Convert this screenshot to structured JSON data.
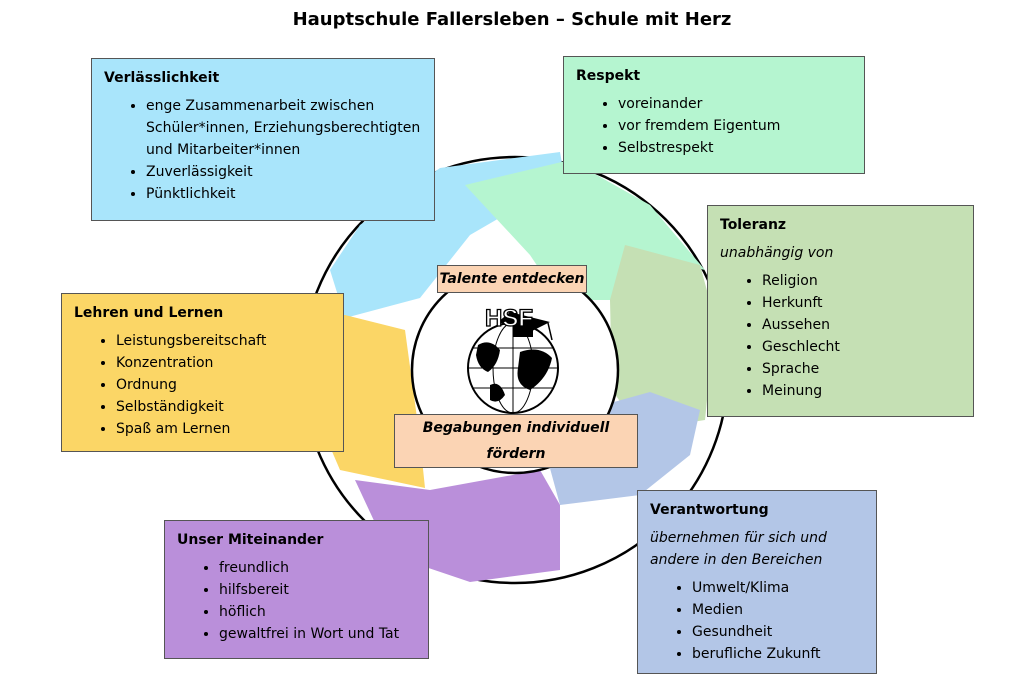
{
  "title": "Hauptschule Fallersleben – Schule mit Herz",
  "center": {
    "top_label": "Talente entdecken",
    "bottom_label": "Begabungen individuell fördern",
    "logo_text": "HSF"
  },
  "boxes": {
    "verlaesslichkeit": {
      "title": "Verlässlichkeit",
      "items": [
        "enge Zusammenarbeit zwischen Schüler*innen, Erziehungsberechtigten und Mitarbeiter*innen",
        "Zuverlässigkeit",
        "Pünktlichkeit"
      ],
      "color": "#a9e5fb"
    },
    "respekt": {
      "title": "Respekt",
      "items": [
        "voreinander",
        "vor fremdem Eigentum",
        "Selbstrespekt"
      ],
      "color": "#b5f5d0"
    },
    "toleranz": {
      "title": "Toleranz",
      "subtitle": "unabhängig von",
      "items": [
        "Religion",
        "Herkunft",
        "Aussehen",
        "Geschlecht",
        "Sprache",
        "Meinung"
      ],
      "color": "#c5e0b4"
    },
    "lehren": {
      "title": "Lehren und Lernen",
      "items": [
        "Leistungsbereitschaft",
        "Konzentration",
        "Ordnung",
        "Selbständigkeit",
        "Spaß am Lernen"
      ],
      "color": "#fbd666"
    },
    "miteinander": {
      "title": "Unser Miteinander",
      "items": [
        "freundlich",
        "hilfsbereit",
        "höflich",
        "gewaltfrei in Wort und Tat"
      ],
      "color": "#ba8fda"
    },
    "verantwortung": {
      "title": "Verantwortung",
      "subtitle": "übernehmen für sich und andere in den Bereichen",
      "items": [
        "Umwelt/Klima",
        "Medien",
        "Gesundheit",
        "berufliche Zukunft"
      ],
      "color": "#b3c6e7"
    }
  }
}
